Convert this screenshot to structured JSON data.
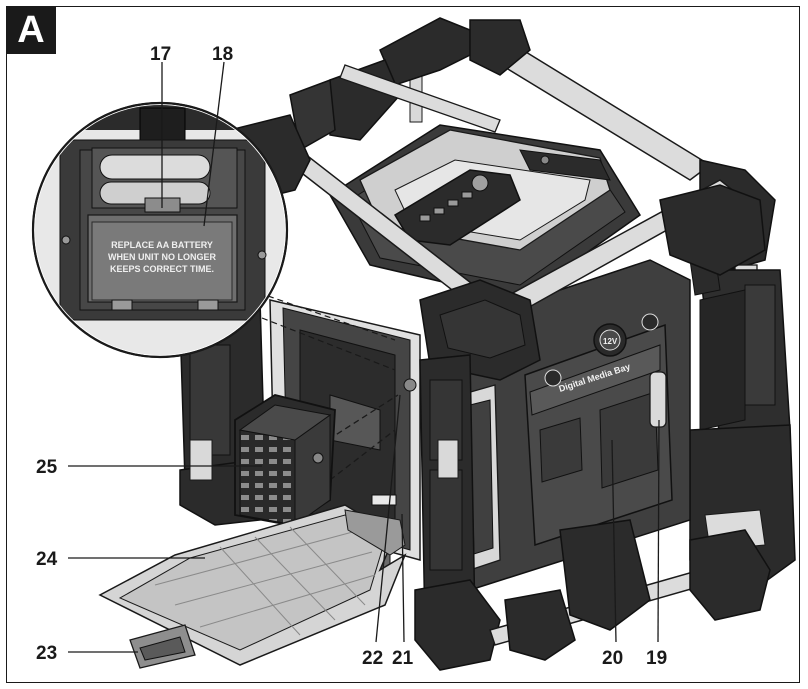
{
  "figure_label": "A",
  "inset_text": {
    "line1": "REPLACE AA BATTERY",
    "line2": "WHEN UNIT NO LONGER",
    "line3": "KEEPS CORRECT TIME."
  },
  "bay_label": "Digital Media Bay",
  "socket_label": "12V",
  "callouts": {
    "c17": "17",
    "c18": "18",
    "c19": "19",
    "c20": "20",
    "c21": "21",
    "c22": "22",
    "c23": "23",
    "c24": "24",
    "c25": "25"
  },
  "colors": {
    "rubber": "#2b2b2b",
    "body": "#3f3f3f",
    "metal": "#d9d9d9",
    "line": "#1a1a1a"
  }
}
